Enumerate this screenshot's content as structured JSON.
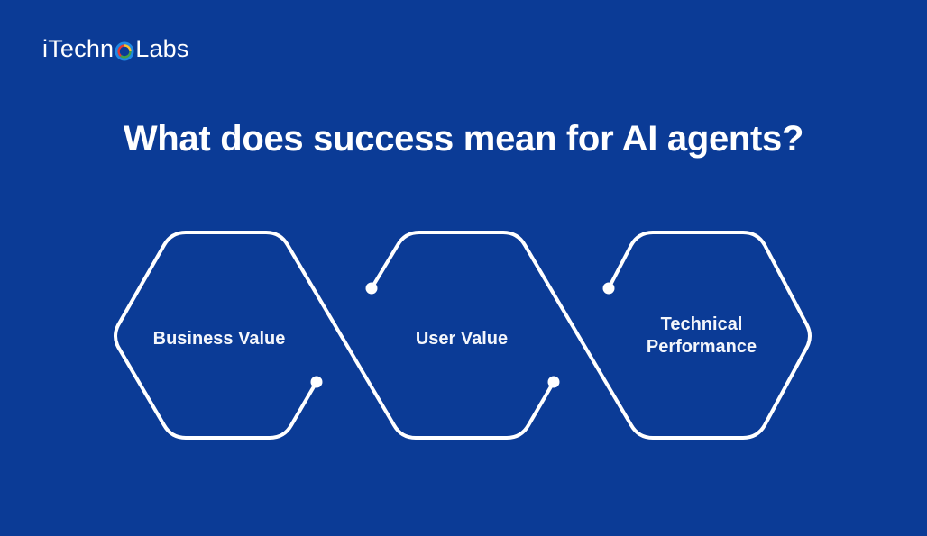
{
  "logo": {
    "prefix": "iTechn",
    "suffix": "Labs",
    "ring_colors": [
      "#1e88e5",
      "#fbc02d",
      "#43a047",
      "#e53935"
    ]
  },
  "title": "What does success mean for AI agents?",
  "colors": {
    "background": "#0b3b96",
    "stroke": "#ffffff",
    "text": "#f4f6fb"
  },
  "hexagons": [
    {
      "label": "Business Value"
    },
    {
      "label": "User Value"
    },
    {
      "label_line1": "Technical",
      "label_line2": "Performance"
    }
  ]
}
